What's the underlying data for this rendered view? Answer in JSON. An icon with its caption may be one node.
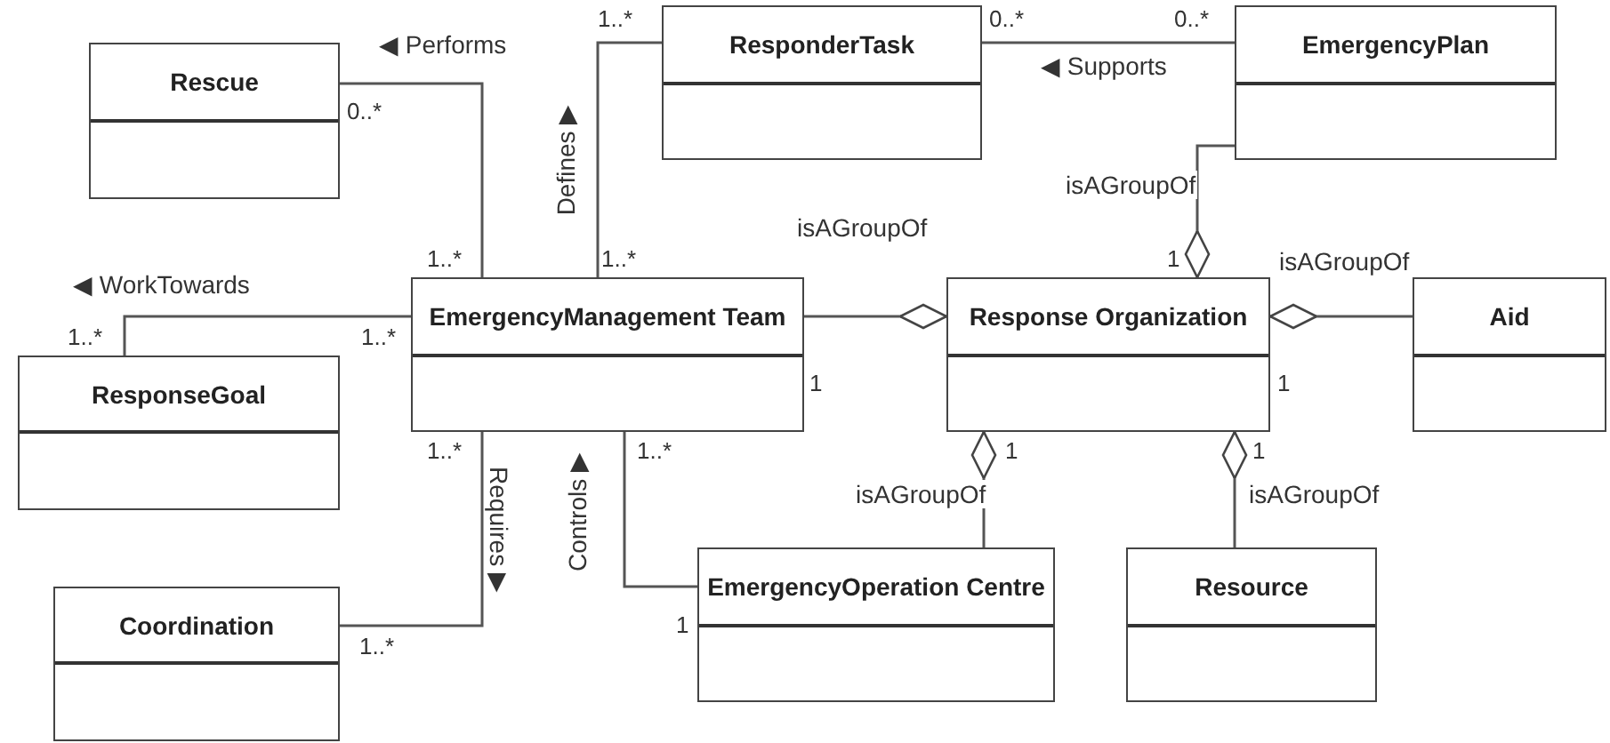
{
  "diagram": {
    "nodes": [
      {
        "text": [
          "Rescue"
        ]
      },
      {
        "text": [
          "ResponderTask"
        ]
      },
      {
        "text": [
          "EmergencyPlan"
        ]
      },
      {
        "text": [
          "EmergencyManagement Team"
        ]
      },
      {
        "text": [
          "Response Organization"
        ]
      },
      {
        "text": [
          "Aid"
        ]
      },
      {
        "text": [
          "ResponseGoal"
        ]
      },
      {
        "text": [
          "Coordination"
        ]
      },
      {
        "text": [
          "EmergencyOperation Centre"
        ]
      },
      {
        "text": [
          "Resource"
        ]
      }
    ],
    "edges": [
      {
        "from": 0,
        "to": 3,
        "arrow": "none",
        "label": "◀ Performs"
      },
      {
        "from": 1,
        "to": 3,
        "arrow": "none",
        "label": "Defines ▶"
      },
      {
        "from": 1,
        "to": 2,
        "arrow": "none",
        "label": "◀ Supports"
      },
      {
        "from": 2,
        "to": 4,
        "arrow": "other",
        "label": "isAGroupOf"
      },
      {
        "from": 3,
        "to": 4,
        "arrow": "other",
        "label": "isAGroupOf"
      },
      {
        "from": 5,
        "to": 4,
        "arrow": "other",
        "label": "isAGroupOf"
      },
      {
        "from": 6,
        "to": 3,
        "arrow": "none",
        "label": "◀ WorkTowards"
      },
      {
        "from": 7,
        "to": 3,
        "arrow": "none",
        "label": "Requires ▶"
      },
      {
        "from": 8,
        "to": 3,
        "arrow": "none",
        "label": "Controls ▶"
      },
      {
        "from": 8,
        "to": 4,
        "arrow": "other",
        "label": "isAGroupOf"
      },
      {
        "from": 9,
        "to": 4,
        "arrow": "other",
        "label": "isAGroupOf"
      }
    ],
    "labels": [
      "1..*",
      "0..*",
      "0..*",
      "0..*",
      "1..*",
      "1..*",
      "1",
      "1..*",
      "1..*",
      "1",
      "1",
      "1..*",
      "1..*",
      "1",
      "1",
      "1",
      "1..*"
    ]
  }
}
